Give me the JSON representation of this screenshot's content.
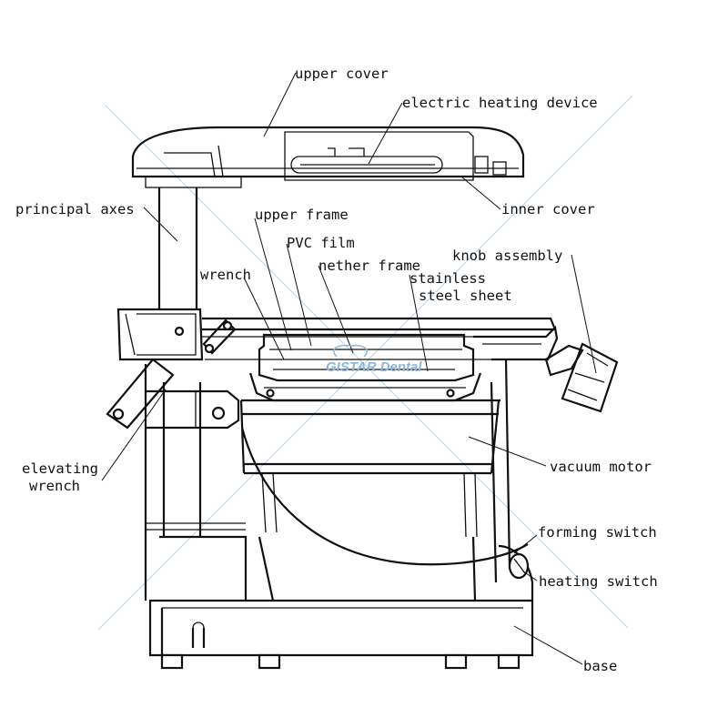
{
  "labels": {
    "upper_cover": "upper cover",
    "electric_heating_device": "electric heating device",
    "inner_cover": "inner cover",
    "principal_axes": "principal axes",
    "upper_frame": "upper frame",
    "pvc_film": "PVC film",
    "wrench": "wrench",
    "nether_frame": "nether frame",
    "stainless_line1": "stainless",
    "stainless_line2": "steel sheet",
    "knob_assembly": "knob assembly",
    "elevating_line1": "elevating",
    "elevating_line2": "wrench",
    "vacuum_motor": "vacuum motor",
    "forming_switch": "forming switch",
    "heating_switch": "heating switch",
    "base": "base"
  },
  "watermark": "GISTAR Dental",
  "colors": {
    "line": "#111111",
    "watermark": "#8ab6df",
    "guide": "#b9d6ee"
  }
}
